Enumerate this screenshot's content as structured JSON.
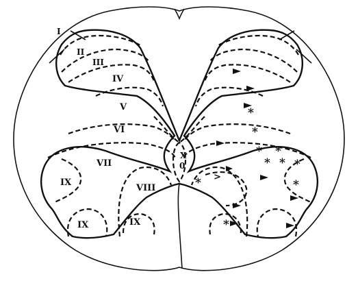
{
  "diagram": {
    "laminae": {
      "I": "I",
      "II": "II",
      "III": "III",
      "IV": "IV",
      "V": "V",
      "VI": "VI",
      "VII": "VII",
      "VIII": "VIII",
      "IX_lateral": "IX",
      "IX_ventrolateral": "IX",
      "IX_ventromedial": "IX",
      "X": "X"
    },
    "central_canal_label": "0",
    "right_side_label": ">"
  }
}
